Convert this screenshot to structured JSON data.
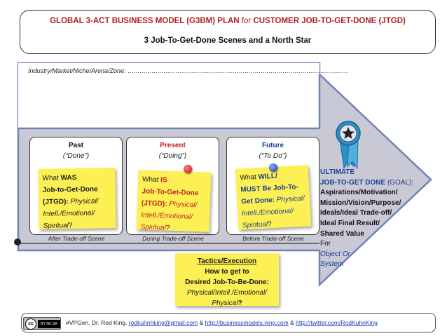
{
  "header": {
    "title_part1": "GLOBAL 3-ACT BUSINESS MODEL (G3BM) PLAN",
    "title_for": "for",
    "title_part2": "CUSTOMER JOB-TO-GET-DONE (JTGD)",
    "subtitle": "3 Job-To-Get-Done Scenes and a North Star"
  },
  "industry_label": "Industry/Market/Niche/Arena/Zone:",
  "industry_blank": "…………………………………………………………………………………………………",
  "columns": [
    {
      "heading": "Past",
      "sub": "(“Done”)",
      "scene": "After Trade-off Scene",
      "heading_color": "#111111",
      "note": {
        "what": "What",
        "verb": "WAS",
        "l2": "Job-to-Get-Done",
        "l3a": "(JTGD):",
        "l3b": "Physical/",
        "l4": "Intell./Emotional/",
        "l5": "Spiritual",
        "l5end": "?"
      }
    },
    {
      "heading": "Present",
      "sub": "(“Doing”)",
      "scene": "During Trade-off Scene",
      "heading_color": "#c01f1f",
      "note": {
        "what": "What",
        "verb": "IS",
        "l2": "Job-To-Get-Done",
        "l3a": "(JTGD):",
        "l3b": "Physical/",
        "l4": "Intell./Emotional/",
        "l5": "Spiritual",
        "l5end": "?"
      }
    },
    {
      "heading": "Future",
      "sub": "(“To Do”)",
      "scene": "Before Trade-off Scene",
      "heading_color": "#1d3f8f",
      "note": {
        "what": "What",
        "verb": "WILL/",
        "l2": "MUST Be Job-To-",
        "l3a": "Get Done:",
        "l3b": "Physical/",
        "l4": "Intell./Emotional/",
        "l5": "Spiritual",
        "l5end": "?"
      }
    }
  ],
  "goal": {
    "l1": "ULTIMATE",
    "l2a": "JOB-TO-GET DONE",
    "l2b": "(GOAL):",
    "l3": "Aspirations/Motivation/",
    "l4": "Mission/Vision/Purpose/",
    "l5": "Ideals/Ideal Trade-off/",
    "l6": "Ideal Final Result/",
    "l7": "Shared Value",
    "l8": "For",
    "l9": "Object Or",
    "l10": "System"
  },
  "tactics": {
    "l1": "Tactics/Execution",
    "l2": "How to get to",
    "l3": "Desired Job-To-Be-Done:",
    "l4": "Physical/Intell./Emotional/",
    "l5": "Physical",
    "l5end": "?"
  },
  "footer": {
    "cc": "cc",
    "cc_bar": "BY NC SA",
    "prefix": "#VPGen. Dr. Rod King.",
    "email": "rodkuhnhking@gmail.com",
    "amp1": "&",
    "link1": "http://businessmodels.ning.com",
    "amp2": "&",
    "link2": "http://twitter.com/RodKuhnKing"
  },
  "colors": {
    "arrow_fill": "#c9c9d6",
    "arrow_stroke": "#6f83b8",
    "sticky": "#fdf055",
    "title_red": "#b01e1e",
    "navy": "#1d3f8f",
    "rosette": "#2b8fc9"
  },
  "icons": [
    "push-pin-red",
    "push-pin-blue",
    "star-rosette-icon",
    "cc-license-badge"
  ]
}
